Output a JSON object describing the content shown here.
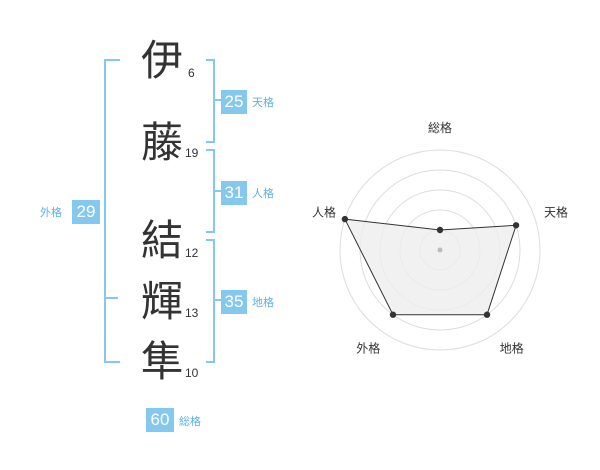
{
  "name": {
    "chars": [
      {
        "char": "伊",
        "strokes": "6"
      },
      {
        "char": "藤",
        "strokes": "19"
      },
      {
        "char": "結",
        "strokes": "12"
      },
      {
        "char": "輝",
        "strokes": "13"
      },
      {
        "char": "隼",
        "strokes": "10"
      }
    ]
  },
  "scores": {
    "tenkaku": {
      "value": "25",
      "label": "天格"
    },
    "jinkaku": {
      "value": "31",
      "label": "人格"
    },
    "chikaku": {
      "value": "35",
      "label": "地格"
    },
    "gaikaku": {
      "value": "29",
      "label": "外格"
    },
    "soukaku": {
      "value": "60",
      "label": "総格"
    }
  },
  "chart_data": {
    "type": "radar",
    "axes": [
      "総格",
      "天格",
      "地格",
      "外格",
      "人格"
    ],
    "values": [
      1,
      4,
      4,
      4,
      5
    ],
    "range": [
      0,
      5
    ],
    "rings": 5,
    "colors": {
      "fill": "#eeeeee",
      "line": "#333333",
      "point": "#333333",
      "ring": "#dddddd"
    }
  },
  "colors": {
    "accent": "#85c8ee",
    "accent_text": "#5ab2e6"
  }
}
